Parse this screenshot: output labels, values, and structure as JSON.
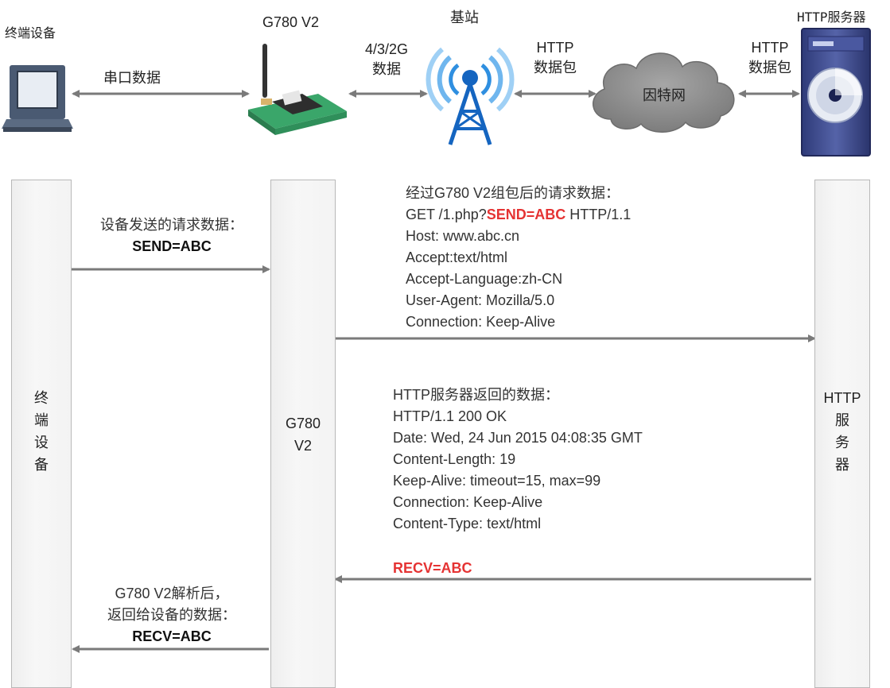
{
  "header": {
    "terminal_label": "终端设备",
    "g780_label": "G780 V2",
    "base_station_label": "基站",
    "http_server_label": "HTTP服务器",
    "serial_data": "串口数据",
    "cellular_line1": "4/3/2G",
    "cellular_line2": "数据",
    "http_packet_line1": "HTTP",
    "http_packet_line2": "数据包",
    "http_packet2_line1": "HTTP",
    "http_packet2_line2": "数据包",
    "internet_label": "因特网"
  },
  "lanes": {
    "terminal": [
      "终",
      "端",
      "设",
      "备"
    ],
    "g780": [
      "G780",
      "V2"
    ],
    "server": [
      "HTTP",
      "服",
      "务",
      "器"
    ]
  },
  "device_send": {
    "line1": "设备发送的请求数据：",
    "line2": "SEND=ABC"
  },
  "request": {
    "title": "经过G780 V2组包后的请求数据：",
    "get_prefix": "GET /1.php?",
    "get_highlight": "SEND=ABC",
    "get_suffix": " HTTP/1.1",
    "lines": [
      "Host: www.abc.cn",
      "Accept:text/html",
      "Accept-Language:zh-CN",
      "User-Agent: Mozilla/5.0",
      "Connection: Keep-Alive"
    ]
  },
  "response": {
    "title": "HTTP服务器返回的数据：",
    "lines": [
      "HTTP/1.1 200 OK",
      "Date: Wed, 24 Jun 2015 04:08:35 GMT",
      "Content-Length: 19",
      "Keep-Alive: timeout=15, max=99",
      "Connection: Keep-Alive",
      "Content-Type: text/html"
    ],
    "body_highlight": "RECV=ABC"
  },
  "device_return": {
    "line1": "G780 V2解析后，",
    "line2": "返回给设备的数据：",
    "line3": "RECV=ABC"
  },
  "colors": {
    "arrow": "#7a7a7a",
    "highlight": "#e53333",
    "lane_border": "#b8b8b8",
    "tower_blue": "#1565c0",
    "cloud": "#8c8c8c",
    "server_body": "#3d4a8c",
    "pcb_green": "#3aa66a"
  },
  "icons": [
    "computer-terminal-icon",
    "g780-modem-icon",
    "cell-tower-icon",
    "internet-cloud-icon",
    "http-server-icon"
  ]
}
